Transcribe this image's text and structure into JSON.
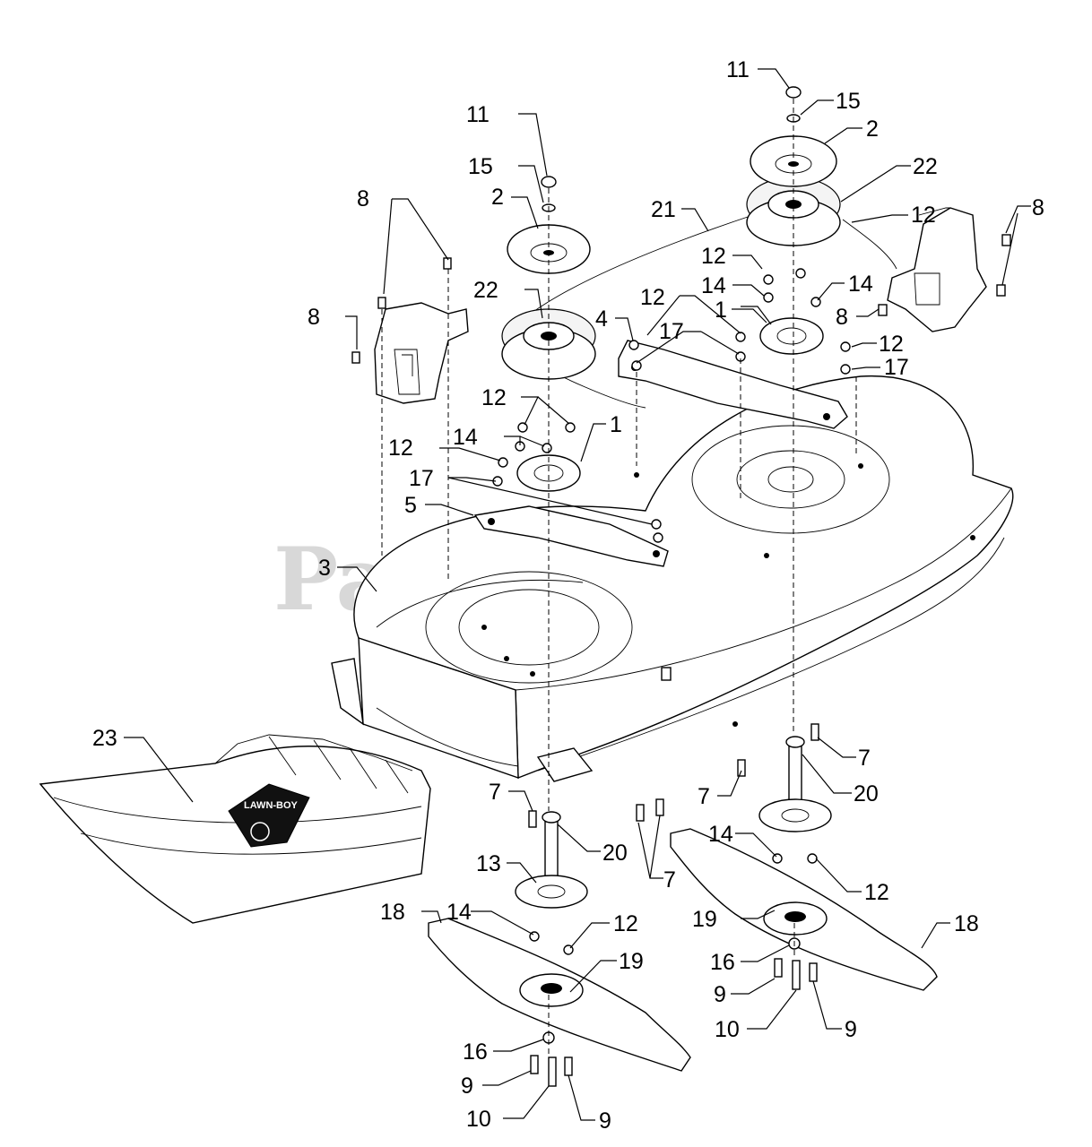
{
  "watermark": "PartsTree",
  "decal_text": "LAWN-BOY",
  "callouts": {
    "c11a": "11",
    "c15a": "15",
    "c2a": "2",
    "c22a": "22",
    "c21": "21",
    "c12a": "12",
    "c12b": "12",
    "c14a": "14",
    "c14b": "14",
    "c1a": "1",
    "c8a": "8",
    "c8b": "8",
    "c12c": "12",
    "c17a": "17",
    "c11b": "11",
    "c15b": "15",
    "c2b": "2",
    "c8c": "8",
    "c8d": "8",
    "c22b": "22",
    "c4": "4",
    "c12d": "12",
    "c17b": "17",
    "c12e": "12",
    "c1b": "1",
    "c14c": "14",
    "c12f": "12",
    "c17c": "17",
    "c5": "5",
    "c3": "3",
    "c23": "23",
    "c7a": "7",
    "c7b": "7",
    "c7c": "7",
    "c7d": "7",
    "c20a": "20",
    "c20b": "20",
    "c13": "13",
    "c14d": "14",
    "c12g": "12",
    "c14e": "14",
    "c12h": "12",
    "c18a": "18",
    "c18b": "18",
    "c19a": "19",
    "c19b": "19",
    "c16a": "16",
    "c16b": "16",
    "c9a": "9",
    "c9b": "9",
    "c9c": "9",
    "c9d": "9",
    "c10a": "10",
    "c10b": "10"
  }
}
